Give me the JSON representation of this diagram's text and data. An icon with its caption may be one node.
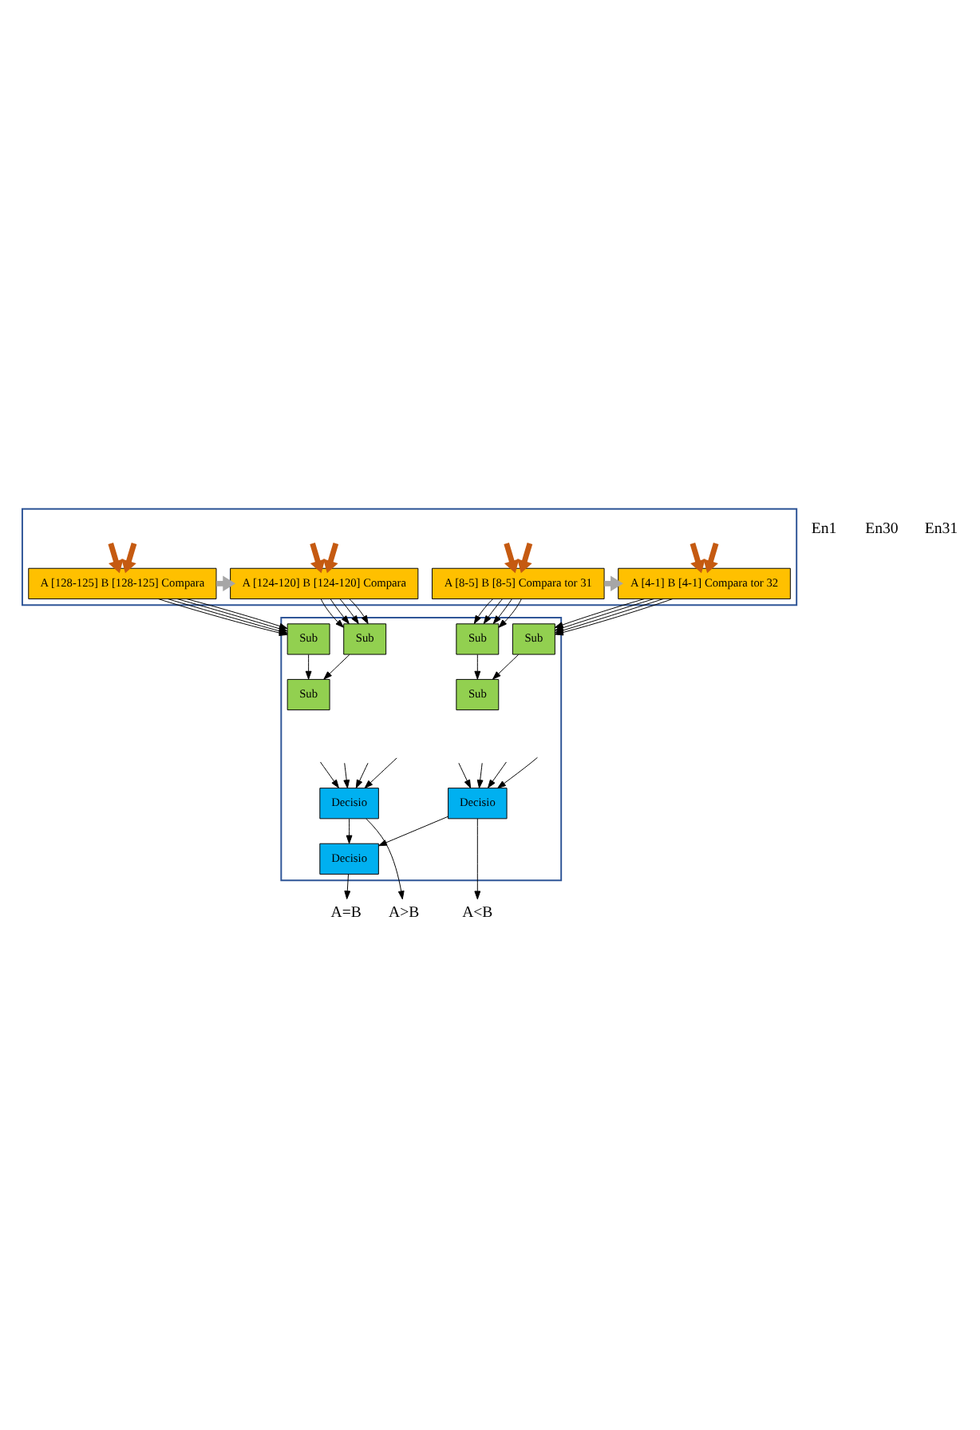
{
  "diagram": {
    "nodes": [
      {
        "text": [],
        "shape": "box"
      },
      {
        "text": [
          "A [128-125] B [128-125] Compara"
        ],
        "in": 0
      },
      {
        "text": [
          "A [124-120] B [124-120] Compara"
        ],
        "in": 0
      },
      {
        "text": [
          "A [8-5] B [8-5] Compara tor 31"
        ],
        "in": 0
      },
      {
        "text": [
          "A [4-1] B [4-1] Compara tor 32"
        ],
        "in": 0
      },
      {
        "text": [],
        "shape": "box"
      },
      {
        "text": [
          "Sub"
        ],
        "in": 5
      },
      {
        "text": [
          "Sub"
        ],
        "in": 5
      },
      {
        "text": [
          "Sub"
        ],
        "in": 5
      },
      {
        "text": [
          "Sub"
        ],
        "in": 5
      },
      {
        "text": [
          "Sub"
        ],
        "in": 5
      },
      {
        "text": [
          "Sub"
        ],
        "in": 5
      },
      {
        "text": [
          "Decisio"
        ],
        "in": 5
      },
      {
        "text": [
          "Decisio"
        ],
        "in": 5
      },
      {
        "text": [
          "Decisio"
        ],
        "in": 5
      },
      {
        "text": [
          "A>B"
        ]
      },
      {
        "text": [
          "A=B"
        ]
      },
      {
        "text": [
          "A<B"
        ]
      }
    ],
    "edges": [
      {
        "from": null,
        "to": 1,
        "arrow": "to",
        "style": "thick",
        "color": "#c55a11"
      },
      {
        "from": null,
        "to": 1,
        "arrow": "to",
        "style": "thick",
        "color": "#c55a11"
      },
      {
        "from": null,
        "to": 2,
        "arrow": "to",
        "style": "thick",
        "color": "#c55a11"
      },
      {
        "from": null,
        "to": 2,
        "arrow": "to",
        "style": "thick",
        "color": "#c55a11"
      },
      {
        "from": null,
        "to": 3,
        "arrow": "to",
        "style": "thick",
        "color": "#c55a11"
      },
      {
        "from": null,
        "to": 3,
        "arrow": "to",
        "style": "thick",
        "color": "#c55a11"
      },
      {
        "from": null,
        "to": 4,
        "arrow": "to",
        "style": "thick",
        "color": "#c55a11"
      },
      {
        "from": null,
        "to": 4,
        "arrow": "to",
        "style": "thick",
        "color": "#c55a11"
      },
      {
        "from": 1,
        "to": 2,
        "arrow": "to",
        "style": "thick",
        "color": "#a6a6a6"
      },
      {
        "from": 3,
        "to": 4,
        "arrow": "to",
        "style": "thick",
        "color": "#a6a6a6"
      },
      {
        "from": 1,
        "to": 6,
        "arrow": "to"
      },
      {
        "from": 1,
        "to": 6,
        "arrow": "to"
      },
      {
        "from": 1,
        "to": 6,
        "arrow": "to"
      },
      {
        "from": 1,
        "to": 6,
        "arrow": "to"
      },
      {
        "from": 2,
        "to": 7,
        "arrow": "to"
      },
      {
        "from": 2,
        "to": 7,
        "arrow": "to"
      },
      {
        "from": 2,
        "to": 7,
        "arrow": "to"
      },
      {
        "from": 2,
        "to": 7,
        "arrow": "to"
      },
      {
        "from": 3,
        "to": 8,
        "arrow": "to"
      },
      {
        "from": 3,
        "to": 8,
        "arrow": "to"
      },
      {
        "from": 3,
        "to": 8,
        "arrow": "to"
      },
      {
        "from": 3,
        "to": 8,
        "arrow": "to"
      },
      {
        "from": 4,
        "to": 9,
        "arrow": "to"
      },
      {
        "from": 4,
        "to": 9,
        "arrow": "to"
      },
      {
        "from": 4,
        "to": 9,
        "arrow": "to"
      },
      {
        "from": 4,
        "to": 9,
        "arrow": "to"
      },
      {
        "from": 6,
        "to": 10,
        "arrow": "to"
      },
      {
        "from": 7,
        "to": 10,
        "arrow": "to"
      },
      {
        "from": 8,
        "to": 11,
        "arrow": "to"
      },
      {
        "from": 9,
        "to": 11,
        "arrow": "to"
      },
      {
        "from": null,
        "to": 12,
        "arrow": "to"
      },
      {
        "from": null,
        "to": 12,
        "arrow": "to"
      },
      {
        "from": null,
        "to": 12,
        "arrow": "to"
      },
      {
        "from": null,
        "to": 12,
        "arrow": "to"
      },
      {
        "from": null,
        "to": 13,
        "arrow": "to"
      },
      {
        "from": null,
        "to": 13,
        "arrow": "to"
      },
      {
        "from": null,
        "to": 13,
        "arrow": "to"
      },
      {
        "from": null,
        "to": 13,
        "arrow": "to"
      },
      {
        "from": 12,
        "to": 14,
        "arrow": "to"
      },
      {
        "from": 12,
        "to": 15,
        "arrow": "to"
      },
      {
        "from": 13,
        "to": 14,
        "arrow": "to"
      },
      {
        "from": 13,
        "to": 17,
        "arrow": "to"
      },
      {
        "from": 14,
        "to": 16,
        "arrow": "to"
      }
    ],
    "labels": [
      "En1",
      "En30",
      "En31"
    ]
  }
}
